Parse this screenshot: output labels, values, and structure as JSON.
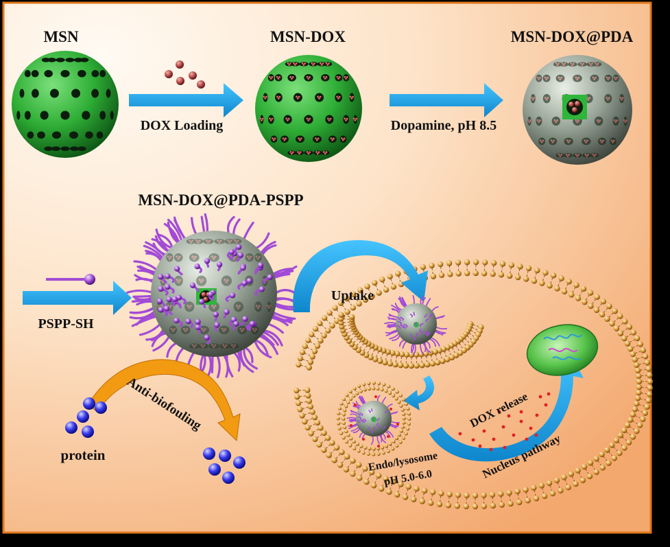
{
  "labels": {
    "msn": "MSN",
    "msn_dox": "MSN-DOX",
    "msn_dox_pda": "MSN-DOX@PDA",
    "msn_dox_pda_pspp": "MSN-DOX@PDA-PSPP",
    "dox_loading": "DOX Loading",
    "dopamine": "Dopamine, pH 8.5",
    "pspp_sh": "PSPP-SH",
    "uptake": "Uptake",
    "anti_biofouling": "Anti-biofouling",
    "protein": "protein",
    "endo_lysosome": "Endo/lysosome",
    "endo_ph": "pH 5.0-6.0",
    "dox_release": "DOX release",
    "nucleus_pathway": "Nucleus pathway"
  },
  "colors": {
    "background_light": "#fff4ea",
    "background_dark": "#f5b98a",
    "frame": "#e0781c",
    "msn_green": "#2fb63a",
    "pda_grey": "#7f8a7f",
    "dox_red": "#a83e3e",
    "arrow_blue": "#1aa3e8",
    "arrow_orange": "#f29a12",
    "polymer_purple": "#a24bd6",
    "protein_blue": "#2a2ee6",
    "membrane_orange": "#d99a36",
    "nucleus_green": "#3aa83a",
    "release_red": "#e02020"
  }
}
